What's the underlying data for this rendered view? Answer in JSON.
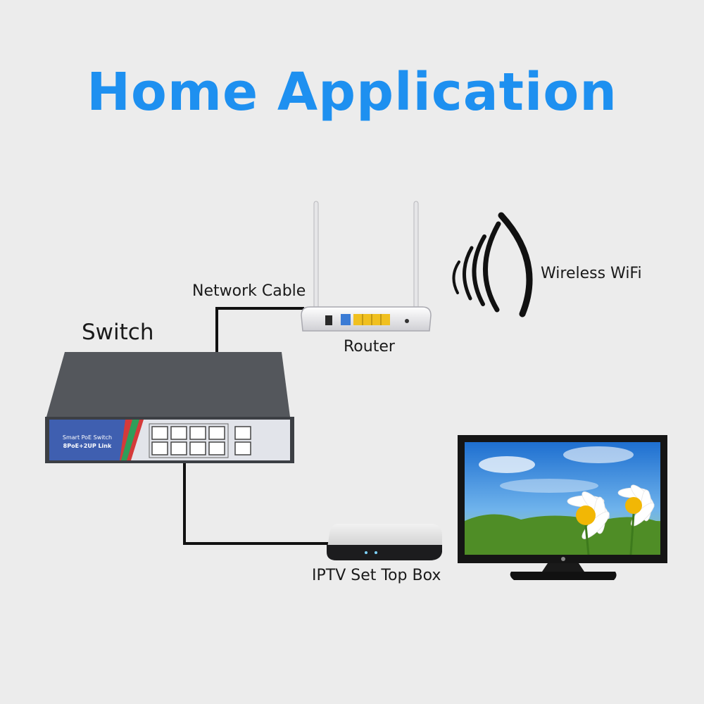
{
  "title": "Home Application",
  "labels": {
    "switch": "Switch",
    "network_cable": "Network Cable",
    "router": "Router",
    "wireless_wifi": "Wireless WiFi",
    "iptv_box": "IPTV Set Top Box"
  },
  "switch_panel": {
    "line1": "Smart PoE Switch",
    "line2": "8PoE+2UP Link"
  },
  "colors": {
    "title": "#1e90f0",
    "switch_body": "#4a4d52",
    "switch_panel": "#3f5fb0",
    "router_ports": "#f0c020",
    "router_wan": "#3a7bd5"
  }
}
